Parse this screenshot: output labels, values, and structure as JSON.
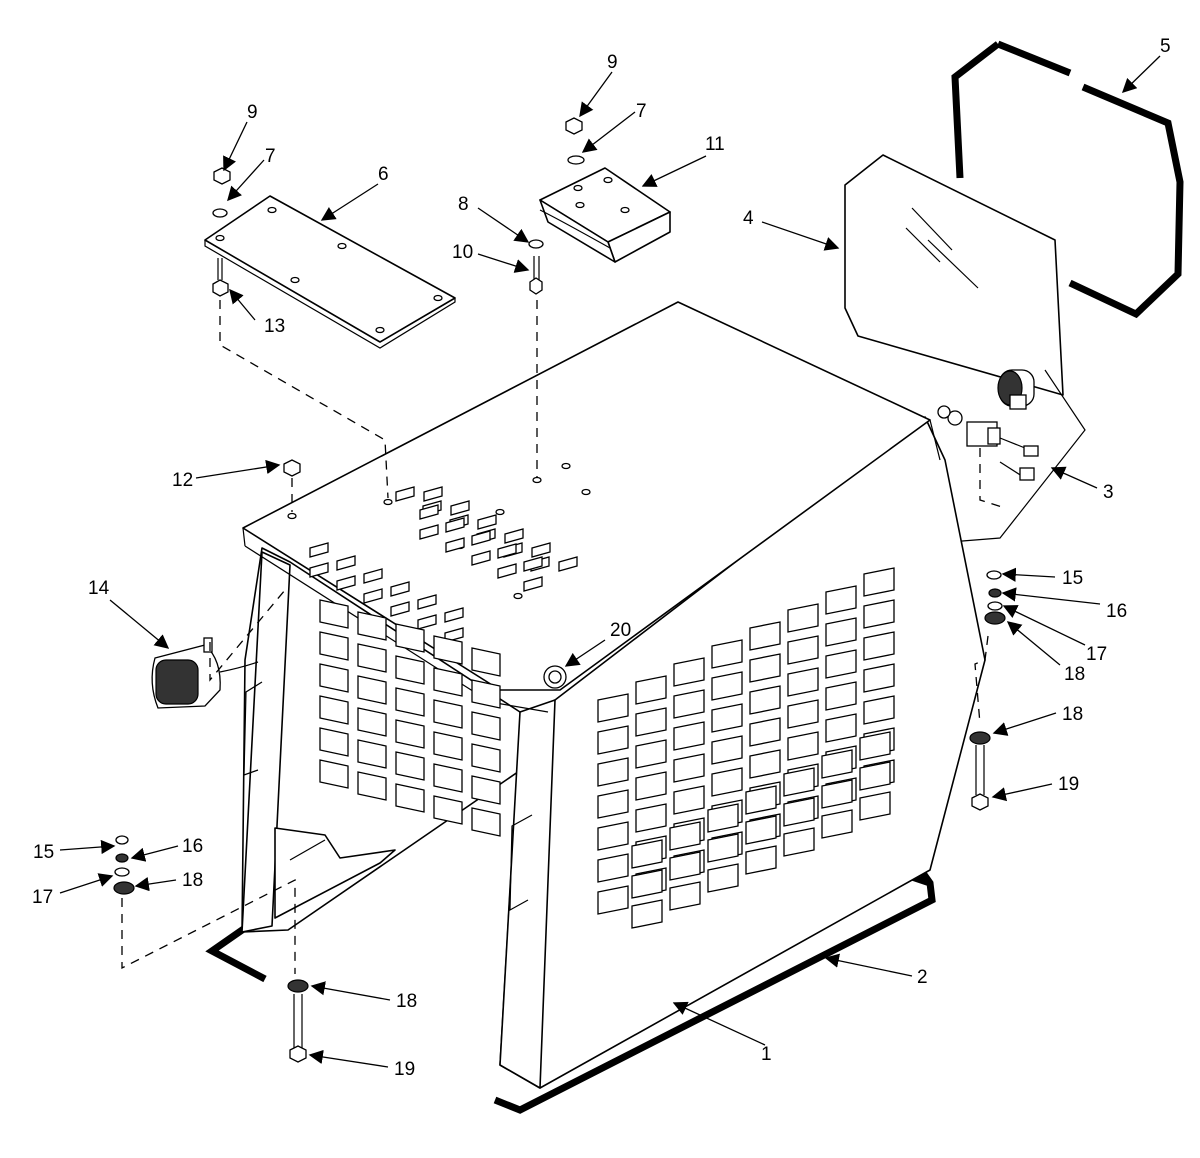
{
  "callouts": [
    {
      "id": "c1",
      "text": "1"
    },
    {
      "id": "c2",
      "text": "2"
    },
    {
      "id": "c3",
      "text": "3"
    },
    {
      "id": "c4",
      "text": "4"
    },
    {
      "id": "c5",
      "text": "5"
    },
    {
      "id": "c6",
      "text": "6"
    },
    {
      "id": "c7a",
      "text": "7"
    },
    {
      "id": "c7b",
      "text": "7"
    },
    {
      "id": "c8",
      "text": "8"
    },
    {
      "id": "c9a",
      "text": "9"
    },
    {
      "id": "c9b",
      "text": "9"
    },
    {
      "id": "c10",
      "text": "10"
    },
    {
      "id": "c11",
      "text": "11"
    },
    {
      "id": "c12",
      "text": "12"
    },
    {
      "id": "c13",
      "text": "13"
    },
    {
      "id": "c14",
      "text": "14"
    },
    {
      "id": "c15a",
      "text": "15"
    },
    {
      "id": "c15b",
      "text": "15"
    },
    {
      "id": "c16a",
      "text": "16"
    },
    {
      "id": "c16b",
      "text": "16"
    },
    {
      "id": "c17a",
      "text": "17"
    },
    {
      "id": "c17b",
      "text": "17"
    },
    {
      "id": "c18a",
      "text": "18"
    },
    {
      "id": "c18b",
      "text": "18"
    },
    {
      "id": "c18c",
      "text": "18"
    },
    {
      "id": "c18d",
      "text": "18"
    },
    {
      "id": "c19a",
      "text": "19"
    },
    {
      "id": "c19b",
      "text": "19"
    },
    {
      "id": "c20",
      "text": "20"
    }
  ],
  "colors": {
    "line": "#000000",
    "background": "#ffffff"
  }
}
